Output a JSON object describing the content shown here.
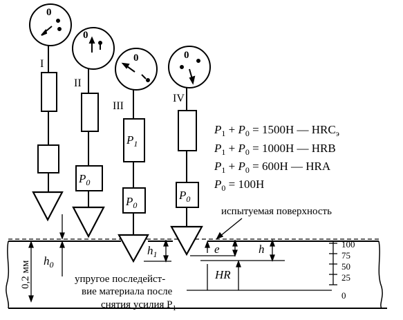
{
  "indenters": [
    {
      "roman": "I",
      "dial_zero": "0"
    },
    {
      "roman": "II",
      "dial_zero": "0",
      "p0_label": "P",
      "p0_sub": "0"
    },
    {
      "roman": "III",
      "dial_zero": "0",
      "p1_label": "P",
      "p1_sub": "1",
      "p0_label": "P",
      "p0_sub": "0"
    },
    {
      "roman": "IV",
      "dial_zero": "0",
      "p0_label": "P",
      "p0_sub": "0"
    }
  ],
  "equations": [
    {
      "a": "P",
      "a_sub": "1",
      "plus": " + ",
      "b": "P",
      "b_sub": "0",
      "rest": " = 1500Н — HRC",
      "rest_sub": "э"
    },
    {
      "a": "P",
      "a_sub": "1",
      "plus": " + ",
      "b": "P",
      "b_sub": "0",
      "rest": " = 1000Н — HRB",
      "rest_sub": ""
    },
    {
      "a": "P",
      "a_sub": "1",
      "plus": " + ",
      "b": "P",
      "b_sub": "0",
      "rest": " = 600Н — HRA",
      "rest_sub": ""
    },
    {
      "a": "P",
      "a_sub": "0",
      "rest": " = 100Н"
    }
  ],
  "labels": {
    "surface": "испытуемая поверхность",
    "vertical": "0,2 мм",
    "h0": "h",
    "h0_sub": "0",
    "h1": "h",
    "h1_sub": "1",
    "e": "e",
    "h": "h",
    "HR": "HR",
    "elastic_1": "упругое последейст-",
    "elastic_2": "вие материала после",
    "elastic_3": "снятия усилия P",
    "elastic_3_sub": "1"
  },
  "scale": [
    "100",
    "75",
    "50",
    "25",
    "0"
  ]
}
